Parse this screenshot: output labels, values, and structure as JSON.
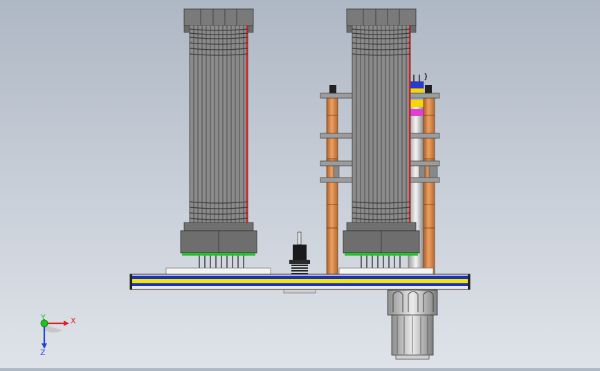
{
  "viewport": {
    "background_top": "#aeb7c4",
    "background_bottom": "#dfe3e9"
  },
  "triad": {
    "x_label": "X",
    "y_label": "Y",
    "z_label": "Z",
    "x_color": "#e02020",
    "y_color": "#20c020",
    "z_color": "#2040e0"
  },
  "colors": {
    "ribbon": "#8a8a8a",
    "ribbon_dark": "#4a4a4a",
    "connector": "#6e6e6e",
    "pcb_blue": "#1a2fc8",
    "pcb_yellow": "#f2e600",
    "standoff": "#d88848",
    "plate": "#9a9a9a",
    "green_strip": "#22c22a",
    "red_wire": "#e01818"
  }
}
